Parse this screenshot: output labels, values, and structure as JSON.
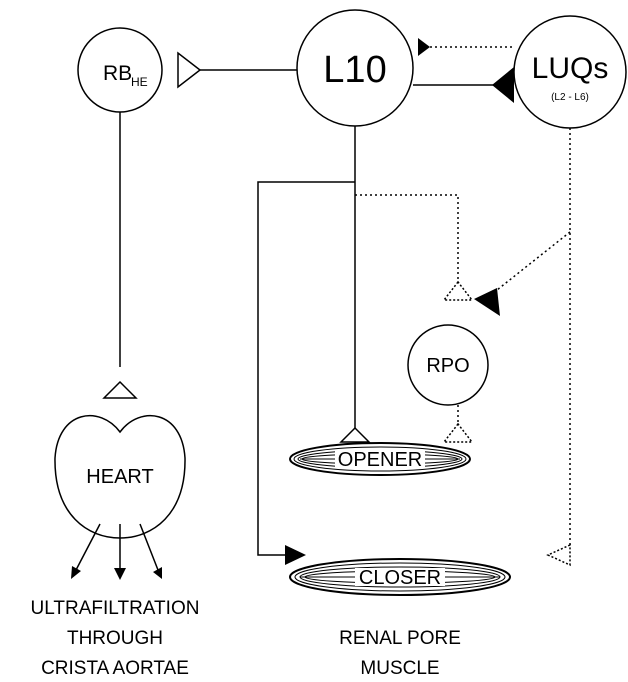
{
  "nodes": {
    "rbhe": {
      "main": "RB",
      "sub": "HE"
    },
    "l10": {
      "label": "L10"
    },
    "luqs": {
      "label": "LUQs",
      "sub": "(L2 - L6)"
    },
    "rpo": {
      "label": "RPO"
    },
    "heart": {
      "label": "HEART"
    },
    "opener": {
      "label": "OPENER"
    },
    "closer": {
      "label": "CLOSER"
    }
  },
  "captions": {
    "ultrafiltration": [
      "ULTRAFILTRATION",
      "THROUGH",
      "CRISTA AORTAE"
    ],
    "renal": [
      "RENAL PORE",
      "MUSCLE"
    ]
  }
}
